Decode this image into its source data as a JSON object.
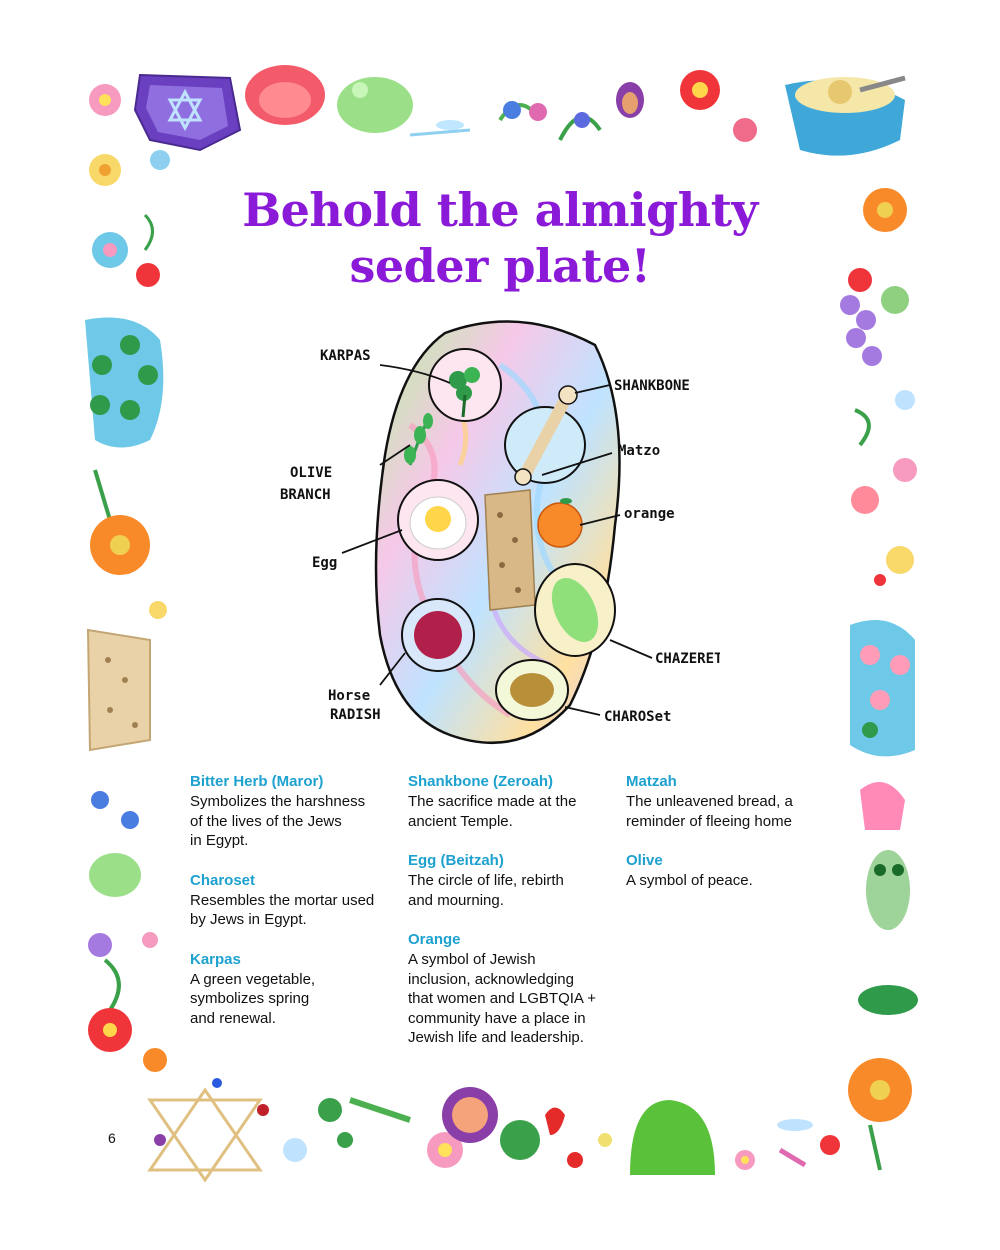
{
  "title_line1": "Behold the almighty",
  "title_line2": "seder plate!",
  "plate_labels": {
    "karpas": "KARPAS",
    "shankbone": "SHANKBONE",
    "olive_line1": "OLIVE",
    "olive_line2": "BRANCH",
    "matzo": "Matzo",
    "orange": "orange",
    "egg": "Egg",
    "chazeret": "CHAZERET",
    "horse_line1": "Horse",
    "horse_line2": "RADISH",
    "charoset": "CHAROSet"
  },
  "columns": [
    [
      {
        "heading": "Bitter Herb (Maror)",
        "body": [
          "Symbolizes the harshness",
          "of the lives of the Jews",
          "in Egypt."
        ]
      },
      {
        "heading": "Charoset",
        "body": [
          "Resembles the mortar used",
          "by Jews in Egypt."
        ]
      },
      {
        "heading": "Karpas",
        "body": [
          "A green vegetable,",
          "symbolizes spring",
          "and renewal."
        ]
      }
    ],
    [
      {
        "heading": "Shankbone (Zeroah)",
        "body": [
          "The sacrifice made at the",
          "ancient Temple."
        ]
      },
      {
        "heading": "Egg (Beitzah)",
        "body": [
          "The circle of life, rebirth",
          "and mourning."
        ]
      },
      {
        "heading": "Orange",
        "body": [
          "A symbol of Jewish",
          "inclusion, acknowledging",
          "that women and LGBTQIA +",
          "community have a place in",
          "Jewish life and leadership."
        ]
      }
    ],
    [
      {
        "heading": "Matzah",
        "body": [
          "The unleavened bread, a",
          "reminder of fleeing home"
        ]
      },
      {
        "heading": "Olive",
        "body": [
          "A symbol of peace."
        ]
      }
    ]
  ],
  "page_number": "6",
  "colors": {
    "title": "#8a19d8",
    "heading": "#1da1cf",
    "body_text": "#111111"
  }
}
